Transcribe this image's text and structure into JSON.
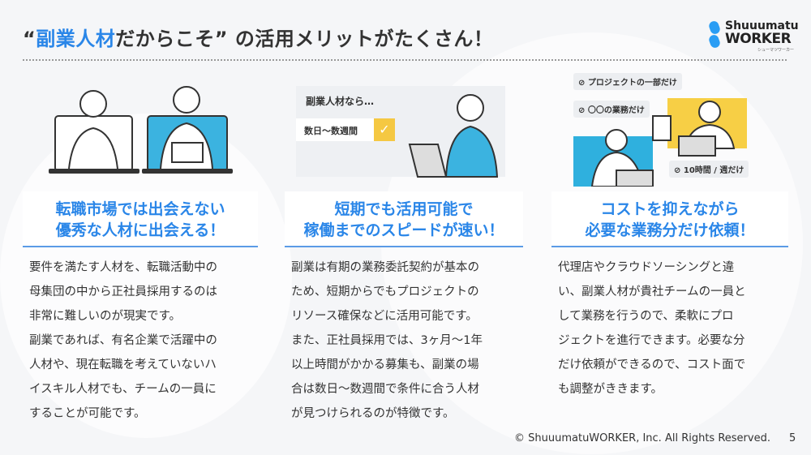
{
  "title": {
    "quote_open": "“",
    "highlight": "副業人材",
    "rest": "だからこそ” の活用メリットがたくさん！"
  },
  "logo": {
    "line1": "Shuuumatu",
    "line2": "WORKER",
    "line3": "シューマツワーカー",
    "color": "#2a9df4"
  },
  "colors": {
    "accent": "#2a86e8",
    "underline": "#5b9be6"
  },
  "illustration2": {
    "box_title": "副業人材なら…",
    "box_item": "数日〜数週間"
  },
  "illustration3": {
    "bubbles": [
      "プロジェクトの一部だけ",
      "〇〇の業務だけ",
      "10時間 / 週だけ"
    ]
  },
  "cards": [
    {
      "heading": [
        "転職市場では出会えない",
        "優秀な人材に出会える！"
      ],
      "body": [
        "要件を満たす人材を、転職活動中の",
        "母集団の中から正社員採用するのは",
        "非常に難しいのが現実です。",
        "副業であれば、有名企業で活躍中の",
        "人材や、現在転職を考えていないハ",
        "イスキル人材でも、チームの一員に",
        "することが可能です。"
      ]
    },
    {
      "heading": [
        "短期でも活用可能で",
        "稼働までのスピードが速い！"
      ],
      "body": [
        "副業は有期の業務委託契約が基本の",
        "ため、短期からでもプロジェクトの",
        "リソース確保などに活用可能です。",
        "また、正社員採用では、3ヶ月〜1年",
        "以上時間がかかる募集も、副業の場",
        "合は数日〜数週間で条件に合う人材",
        "が見つけられるのが特徴です。"
      ]
    },
    {
      "heading": [
        "コストを抑えながら",
        "必要な業務分だけ依頼！"
      ],
      "body": [
        "代理店やクラウドソーシングと違",
        "い、副業人材が貴社チームの一員と",
        "して業務を行うので、柔軟にプロ",
        "ジェクトを進行できます。必要な分",
        "だけ依頼ができるので、コスト面で",
        "も調整がききます。"
      ]
    }
  ],
  "footer": {
    "copyright": "© ShuuumatuWORKER, Inc. All Rights Reserved.",
    "page": "5"
  }
}
